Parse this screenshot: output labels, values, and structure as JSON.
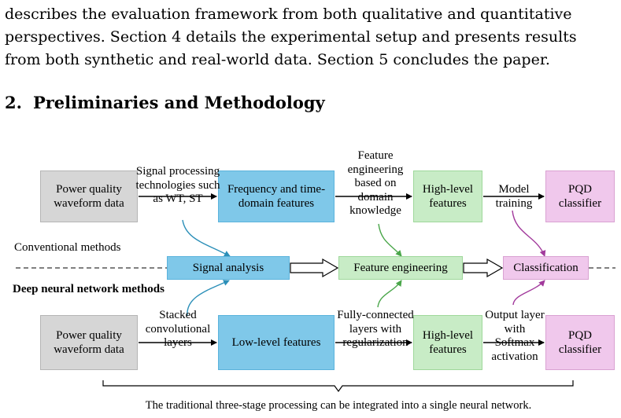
{
  "intro": {
    "lines": [
      "describes the evaluation framework from both qualitative and quantitative",
      "perspectives. Section 4 details the experimental setup and presents results",
      "from both synthetic and real-world data. Section 5 concludes the paper."
    ]
  },
  "heading": {
    "number": "2.",
    "title": "Preliminaries and Methodology"
  },
  "figure": {
    "top_row": {
      "input": "Power quality waveform data",
      "step1_label": "Signal processing technologies such as WT, ST",
      "features": "Frequency and time-domain features",
      "step2_label": "Feature engineering based on domain knowledge",
      "high_level": "High-level features",
      "step3_label": "Model training",
      "classifier": "PQD classifier"
    },
    "middle": {
      "conventional_label": "Conventional methods",
      "dnn_label": "Deep neural network methods",
      "stage1": "Signal analysis",
      "stage2": "Feature engineering",
      "stage3": "Classification"
    },
    "bottom_row": {
      "input": "Power quality waveform data",
      "step1_label": "Stacked convolutional layers",
      "features": "Low-level features",
      "step2_label": "Fully-connected layers with regularization",
      "high_level": "High-level features",
      "step3_label": "Output layer with Softmax activation",
      "classifier": "PQD classifier"
    },
    "caption": "The traditional three-stage processing can be integrated into a single neural network.",
    "colors": {
      "gray_box": "#d6d6d6",
      "blue_box": "#7fc8e9",
      "green_box": "#c8ecc6",
      "pink_box": "#f0c8ec",
      "blue_arrow": "#2b8fb8",
      "green_arrow": "#4aa64a",
      "purple_arrow": "#a23a9c"
    }
  }
}
